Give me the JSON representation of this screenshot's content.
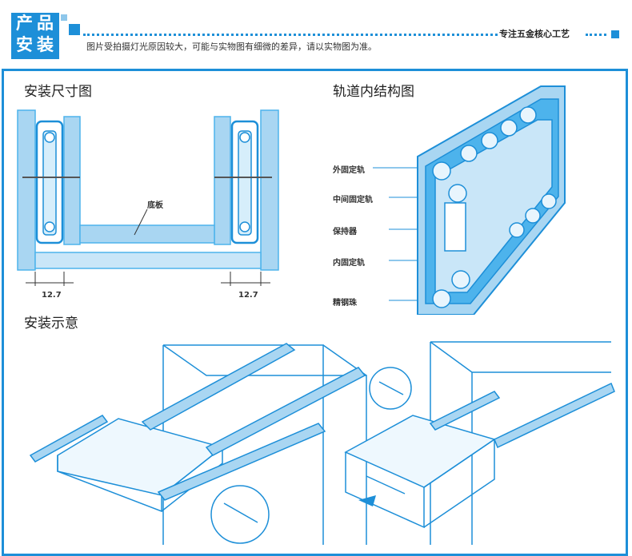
{
  "header": {
    "logo_line1": "产品",
    "logo_line2": "安装",
    "slogan": "专注五金核心工艺",
    "notice": "图片受拍摄灯光原因较大，可能与实物图有细微的差异，请以实物图为准。"
  },
  "section_size": {
    "title": "安装尺寸图",
    "board_label": "底板",
    "dim_left": "12.7",
    "dim_right": "12.7"
  },
  "section_structure": {
    "title": "轨道内结构图",
    "labels": [
      "外固定轨",
      "中间固定轨",
      "保持器",
      "内固定轨",
      "精钢珠"
    ]
  },
  "section_install": {
    "title": "安装示意"
  },
  "colors": {
    "accent": "#1d8fd8",
    "light_blue": "#a9d6f2",
    "mid_blue": "#4db3ec"
  }
}
